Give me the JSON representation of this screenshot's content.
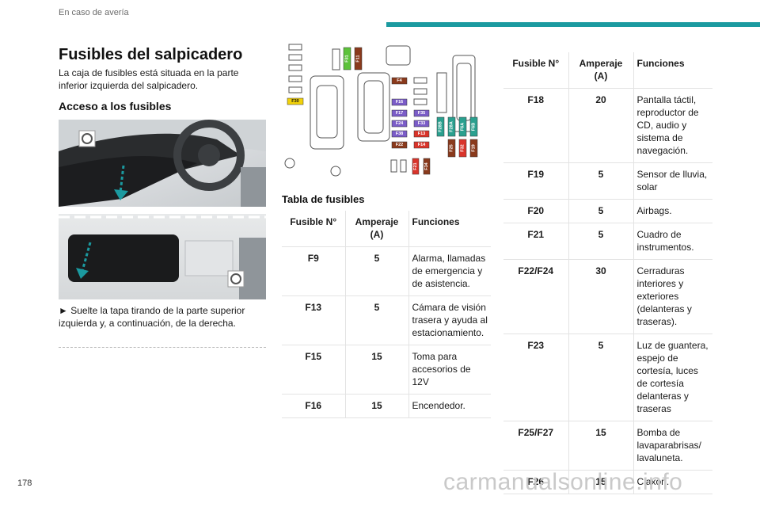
{
  "header": {
    "section": "En caso de avería",
    "accent_color": "#1b9aa0"
  },
  "page": {
    "number": "178"
  },
  "title": "Fusibles del salpicadero",
  "intro": "La caja de fusibles está situada en la parte inferior izquierda del salpicadero.",
  "access": {
    "heading": "Acceso a los fusibles",
    "instruction": "► Suelte la tapa tirando de la parte superior izquierda y, a continuación, de la derecha."
  },
  "diagram": {
    "fuses": {
      "f31": "F31",
      "f11": "F11",
      "f30": "F30",
      "f4": "F4",
      "f16": "F16",
      "f17": "F17",
      "f24": "F24",
      "f38": "F38",
      "f22": "F22",
      "f35": "F35",
      "f33": "F33",
      "f13": "F13",
      "f14": "F14",
      "f21": "F21",
      "f34": "F34",
      "f28b": "F28B",
      "f28a": "F28A",
      "f6a": "F6A",
      "f6b": "F6B",
      "f25": "F25",
      "f32": "F32",
      "f19": "F19"
    },
    "colors": {
      "green": "#5cc23a",
      "brown": "#8a3a1c",
      "purple": "#7b5cc8",
      "red": "#d9342b",
      "teal": "#2aa08f",
      "yellow": "#f2d20a"
    }
  },
  "fuse_table": {
    "heading": "Tabla de fusibles",
    "columns": [
      "Fusible N°",
      "Amperaje (A)",
      "Funciones"
    ],
    "left_rows": [
      {
        "fuse": "F9",
        "amp": "5",
        "func": "Alarma, llamadas de emergencia y de asistencia."
      },
      {
        "fuse": "F13",
        "amp": "5",
        "func": "Cámara de visión trasera y ayuda al estacionamiento."
      },
      {
        "fuse": "F15",
        "amp": "15",
        "func": "Toma para accesorios de 12V"
      },
      {
        "fuse": "F16",
        "amp": "15",
        "func": "Encendedor."
      }
    ],
    "right_rows": [
      {
        "fuse": "F18",
        "amp": "20",
        "func": "Pantalla táctil, reproductor de CD, audio y sistema de navegación."
      },
      {
        "fuse": "F19",
        "amp": "5",
        "func": "Sensor de lluvia, solar"
      },
      {
        "fuse": "F20",
        "amp": "5",
        "func": "Airbags."
      },
      {
        "fuse": "F21",
        "amp": "5",
        "func": "Cuadro de instrumentos."
      },
      {
        "fuse": "F22/F24",
        "amp": "30",
        "func": "Cerraduras interiores y exteriores (delanteras y traseras)."
      },
      {
        "fuse": "F23",
        "amp": "5",
        "func": "Luz de guantera, espejo de cortesía, luces de cortesía delanteras y traseras"
      },
      {
        "fuse": "F25/F27",
        "amp": "15",
        "func": "Bomba de lavaparabrisas/ lavaluneta."
      },
      {
        "fuse": "F26",
        "amp": "15",
        "func": "Claxon."
      }
    ]
  },
  "watermark": "carmanualsonline.info"
}
